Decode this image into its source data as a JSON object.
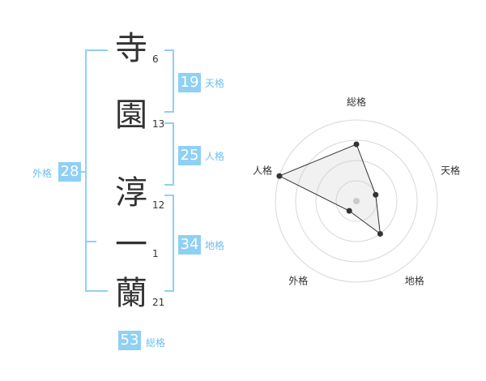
{
  "name": {
    "chars": [
      {
        "char": "寺",
        "strokes": "6"
      },
      {
        "char": "園",
        "strokes": "13"
      },
      {
        "char": "淳",
        "strokes": "12"
      },
      {
        "char": "一",
        "strokes": "1"
      },
      {
        "char": "蘭",
        "strokes": "21"
      }
    ]
  },
  "fortune": {
    "tenkaku": {
      "value": "19",
      "label": "天格"
    },
    "jinkaku": {
      "value": "25",
      "label": "人格"
    },
    "chikaku": {
      "value": "34",
      "label": "地格"
    },
    "gaikaku": {
      "value": "28",
      "label": "外格"
    },
    "soukaku": {
      "value": "53",
      "label": "総格"
    }
  },
  "colors": {
    "accent": "#8fd0f5",
    "label": "#6cc1f0",
    "text": "#333333"
  },
  "chart_data": {
    "type": "radar",
    "axes": [
      "総格",
      "天格",
      "地格",
      "外格",
      "人格"
    ],
    "rings": 4,
    "max": 4,
    "values": [
      2.8,
      1.0,
      2.0,
      0.6,
      4.0
    ]
  }
}
